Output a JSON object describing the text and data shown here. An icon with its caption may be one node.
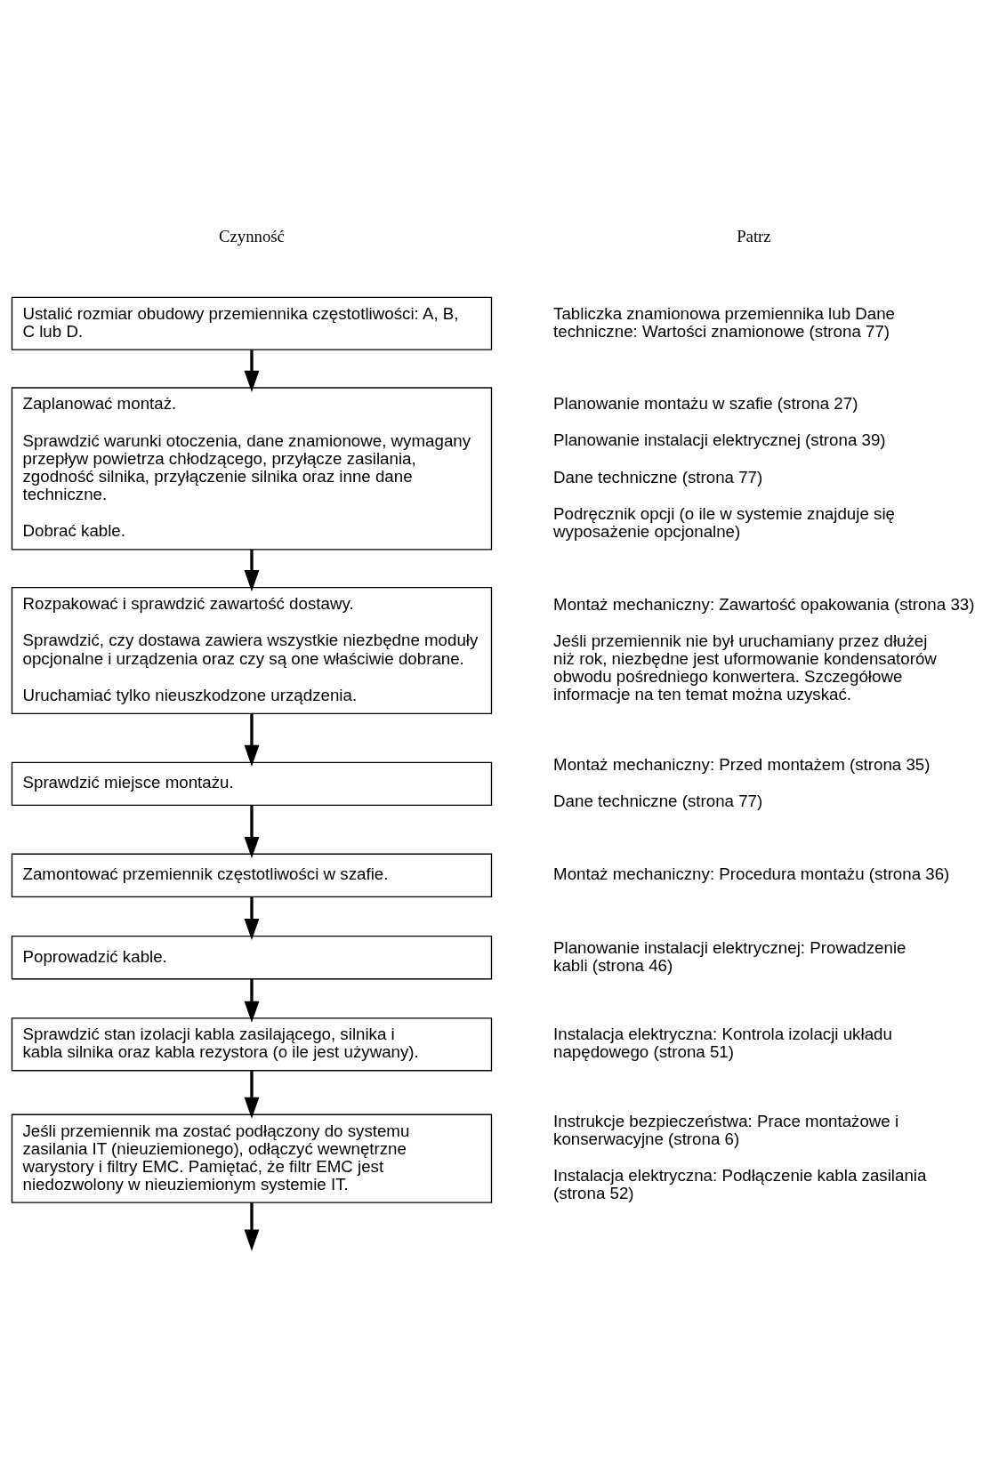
{
  "diagram": {
    "nodes": [
      {
        "text": [
          "Ustalić rozmiar obudowy przemiennika częstotliwości: A, B, C lub D."
        ],
        "beside": [
          "Tabliczka znamionowa przemiennika lub Dane techniczne: Wartości znamionowe (strona 77)"
        ]
      },
      {
        "text": [
          "Zaplanować montaż.",
          "Sprawdzić warunki otoczenia, dane znamionowe, wymagany przepływ powietrza chłodzącego, przyłącze zasilania, zgodność silnika, przyłączenie silnika oraz inne dane techniczne.",
          "Dobrać kable."
        ],
        "beside": [
          "Planowanie montażu w szafie (strona 27)",
          "Planowanie instalacji elektrycznej (strona 39)",
          "Dane techniczne (strona 77)",
          "Podręcznik opcji (o ile w systemie znajduje się wyposażenie opcjonalne)"
        ]
      },
      {
        "text": [
          "Rozpakować i sprawdzić zawartość dostawy.",
          "Sprawdzić, czy dostawa zawiera wszystkie niezbędne moduły opcjonalne i urządzenia oraz czy są one właściwie dobrane.",
          "Uruchamiać tylko nieuszkodzone urządzenia."
        ],
        "beside": [
          "Montaż mechaniczny: Zawartość opakowania (strona 33)",
          "Jeśli przemiennik nie był uruchamiany przez dłużej niż rok, niezbędne jest uformowanie kondensatorów obwodu pośredniego konwertera. Szczegółowe informacje na ten temat można uzyskać."
        ]
      },
      {
        "text": [
          "Sprawdzić miejsce montażu."
        ],
        "beside": [
          "Montaż mechaniczny: Przed montażem (strona 35)",
          "Dane techniczne (strona 77)"
        ]
      },
      {
        "text": [
          "Zamontować przemiennik częstotliwości w szafie."
        ],
        "beside": [
          "Montaż mechaniczny: Procedura montażu (strona 36)"
        ]
      },
      {
        "text": [
          "Poprowadzić kable."
        ],
        "beside": [
          "Planowanie instalacji elektrycznej: Prowadzenie kabli (strona 46)"
        ]
      },
      {
        "text": [
          "Sprawdzić stan izolacji kabla zasilającego, silnika i kabla silnika oraz kabla rezystora (o ile jest używany)."
        ],
        "beside": [
          "Instalacja elektryczna: Kontrola izolacji układu napędowego (strona 51)"
        ]
      },
      {
        "text": [
          "Jeśli przemiennik ma zostać podłączony do systemu zasilania IT (nieuziemionego), odłączyć wewnętrzne warystory i filtry EMC. Pamiętać, że filtr EMC jest niedozwolony w nieuziemionym systemie IT."
        ],
        "beside": [
          "Instrukcje bezpieczeństwa: Prace montażowe i konserwacyjne (strona 6)",
          "Instalacja elektryczna: Podłączenie kabla zasilania (strona 52)"
        ]
      }
    ],
    "edges": [
      {
        "from": 0,
        "to": 1,
        "arrow": "to"
      },
      {
        "from": 1,
        "to": 2,
        "arrow": "to"
      },
      {
        "from": 2,
        "to": 3,
        "arrow": "to"
      },
      {
        "from": 3,
        "to": 4,
        "arrow": "to"
      },
      {
        "from": 4,
        "to": 5,
        "arrow": "to"
      },
      {
        "from": 5,
        "to": 6,
        "arrow": "to"
      },
      {
        "from": 6,
        "to": 7,
        "arrow": "to"
      },
      {
        "from": 7,
        "to": null,
        "arrow": "to"
      }
    ],
    "labels": [
      "Czynność",
      "Patrz"
    ]
  }
}
